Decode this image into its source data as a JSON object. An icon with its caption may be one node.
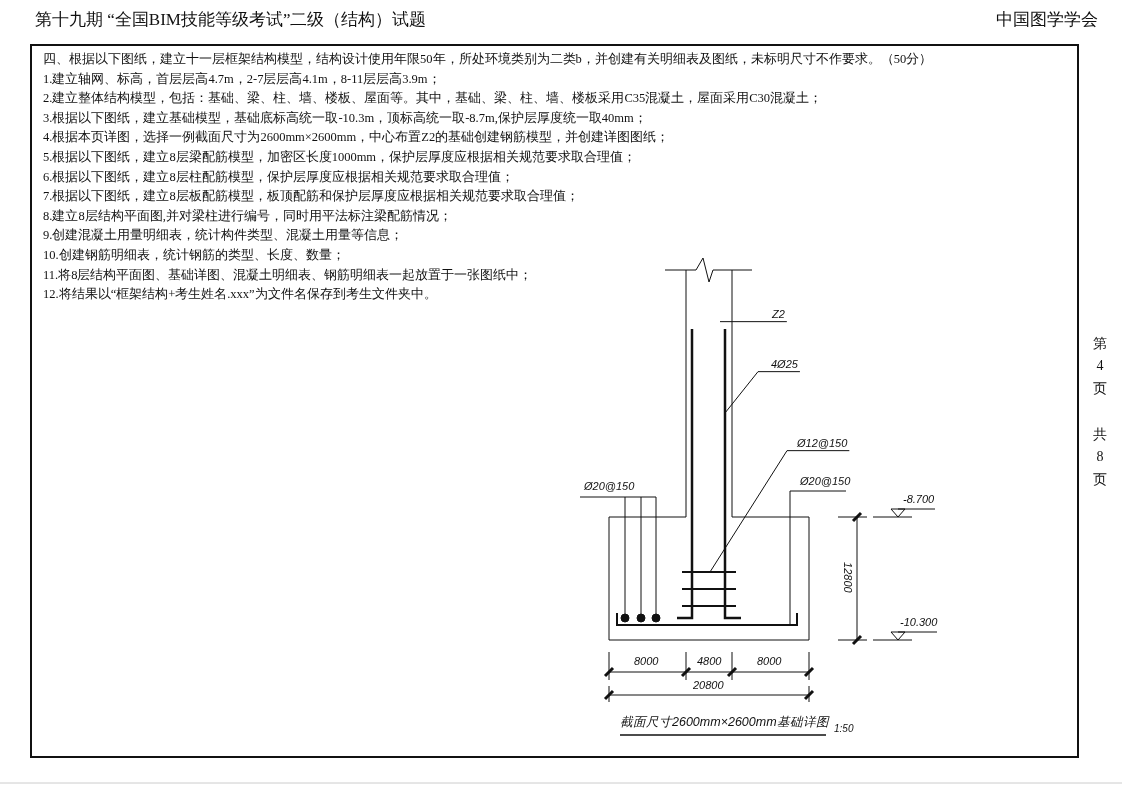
{
  "diagram": {
    "title": "第十九期 “全国BIM技能等级考试”二级（结构）试题",
    "nodes": [
      {
        "text": [
          "Z2"
        ]
      },
      {
        "text": [
          "4Ø25"
        ]
      },
      {
        "text": [
          "Ø12@150"
        ]
      }
    ],
    "edges": [
      {
        "from": 0,
        "to": null,
        "arrow": "none"
      },
      {
        "from": 1,
        "to": null,
        "arrow": "none"
      },
      {
        "from": 2,
        "to": null,
        "arrow": "none"
      }
    ],
    "labels": [
      "中国图学学会",
      "四、根据以下图纸，建立十一层框架结构模型，结构设计使用年限50年，所处环境类别为二类b，并创建有关明细表及图纸，未标明尺寸不作要求。（50分）",
      "1.建立轴网、标高，首层层高4.7m，2-7层层高4.1m，8-11层层高3.9m；",
      "2.建立整体结构模型，包括：基础、梁、柱、墙、楼板、屋面等。其中，基础、梁、柱、墙、楼板采用C35混凝土，屋面采用C30混凝土；",
      "3.根据以下图纸，建立基础模型，基础底标高统一取-10.3m，顶标高统一取-8.7m,保护层厚度统一取40mm；",
      "4.根据本页详图，选择一例截面尺寸为2600mm×2600mm，中心布置Z2的基础创建钢筋模型，并创建详图图纸；",
      "5.根据以下图纸，建立8层梁配筋模型，加密区长度1000mm，保护层厚度应根据相关规范要求取合理值；",
      "6.根据以下图纸，建立8层柱配筋模型，保护层厚度应根据相关规范要求取合理值；",
      "7.根据以下图纸，建立8层板配筋模型，板顶配筋和保护层厚度应根据相关规范要求取合理值；",
      "8.建立8层结构平面图,并对梁柱进行编号，同时用平法标注梁配筋情况；",
      "9.创建混凝土用量明细表，统计构件类型、混凝土用量等信息；",
      "10.创建钢筋明细表，统计钢筋的类型、长度、数量；",
      "11.将8层结构平面图、基础详图、混凝土明细表、钢筋明细表一起放置于一张图纸中；",
      "12.将结果以“框架结构+考生姓名.xxx”为文件名保存到考生文件夹中。",
      "Ø20@150",
      "Ø20@150",
      "-8.700",
      "12800",
      "-10.300",
      "8000",
      "4800",
      "8000",
      "20800",
      "截面尺寸2600mm×2600mm基础详图",
      "1:50",
      "第4页",
      "共8页"
    ]
  }
}
